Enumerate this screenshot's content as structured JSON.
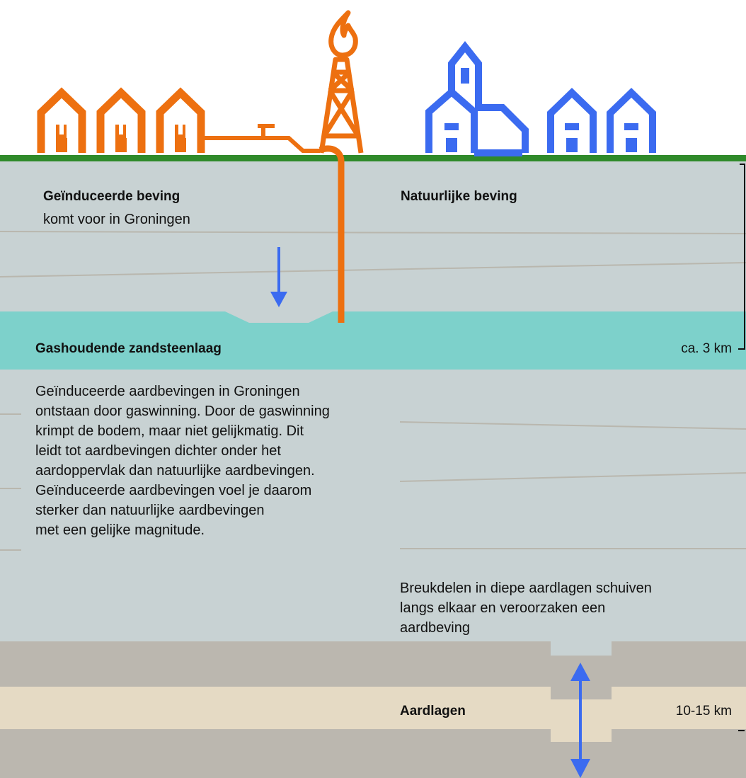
{
  "induced": {
    "title": "Geïnduceerde beving",
    "subtitle": "komt voor in Groningen"
  },
  "natural": {
    "title": "Natuurlijke beving"
  },
  "gas_layer": {
    "label": "Gashoudende zandsteenlaag",
    "depth": "ca. 3 km"
  },
  "induced_description": [
    "Geïnduceerde aardbevingen in Groningen",
    "ontstaan door gaswinning. Door de gaswinning",
    "krimpt de bodem, maar niet gelijkmatig. Dit",
    "leidt tot aardbevingen dichter onder het",
    "aardoppervlak dan natuurlijke aardbevingen.",
    "Geïnduceerde aardbevingen voel je daarom",
    "sterker dan natuurlijke aardbevingen",
    "met een gelijke magnitude."
  ],
  "natural_description": [
    "Breukdelen in diepe aardlagen schuiven",
    "langs elkaar en veroorzaken een",
    "aardbeving"
  ],
  "deep_layers": {
    "label": "Aardlagen",
    "depth": "10-15 km"
  },
  "colors": {
    "orange": "#ED7010",
    "blue": "#3B6BF0",
    "grass": "#2F8A2A",
    "soil": "#C8D2D3",
    "gas": "#7DD1CB",
    "rock_dark": "#BBB7AF",
    "rock_light": "#E5DAC4",
    "strata_line": "#B9B7AE"
  }
}
